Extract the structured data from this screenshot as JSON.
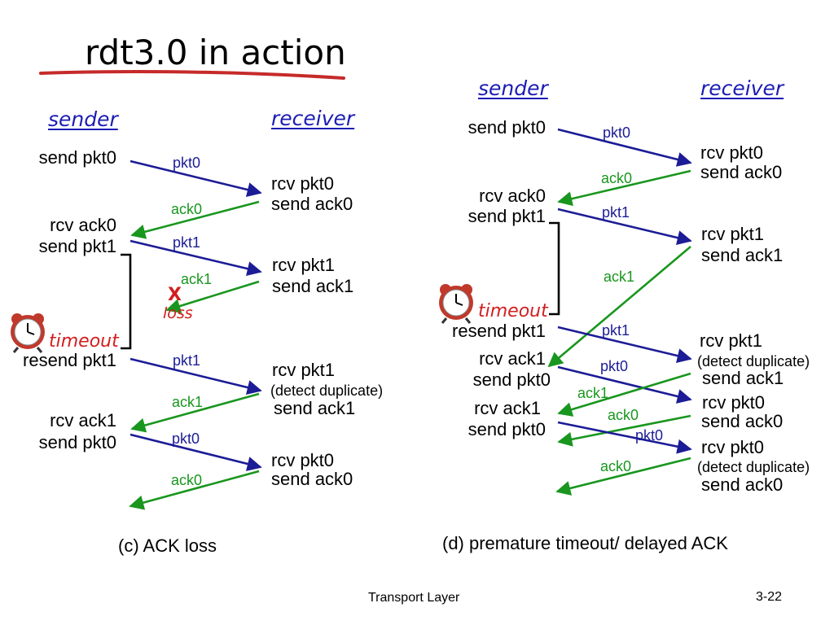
{
  "title": "rdt3.0 in action",
  "panel_c": {
    "sender_label": "sender",
    "receiver_label": "receiver",
    "sender_events": {
      "send_pkt0": "send pkt0",
      "rcv_ack0": "rcv ack0",
      "send_pkt1": "send pkt1",
      "resend_pkt1": "resend pkt1",
      "rcv_ack1": "rcv ack1",
      "send_pkt0_b": "send pkt0"
    },
    "receiver_events": {
      "rcv_pkt0": "rcv pkt0",
      "send_ack0": "send ack0",
      "rcv_pkt1": "rcv pkt1",
      "send_ack1": "send ack1",
      "rcv_pkt1_b": "rcv pkt1",
      "detect_dup": "(detect duplicate)",
      "send_ack1_b": "send ack1",
      "rcv_pkt0_b": "rcv pkt0",
      "send_ack0_b": "send ack0"
    },
    "message_labels": {
      "m1": "pkt0",
      "m2": "ack0",
      "m3": "pkt1",
      "m4": "ack1",
      "m5": "pkt1",
      "m6": "ack1",
      "m7": "pkt0",
      "m8": "ack0"
    },
    "loss_mark": "X",
    "loss_label": "loss",
    "timeout_label": "timeout",
    "caption": "(c) ACK loss"
  },
  "panel_d": {
    "sender_label": "sender",
    "receiver_label": "receiver",
    "sender_events": {
      "send_pkt0": "send pkt0",
      "rcv_ack0": "rcv ack0",
      "send_pkt1": "send pkt1",
      "resend_pkt1": "resend pkt1",
      "rcv_ack1": "rcv ack1",
      "rcv_ack1_b": "rcv ack1",
      "send_pkt0_b": "send pkt0"
    },
    "receiver_events": {
      "rcv_pkt0": "rcv pkt0",
      "send_ack0": "send ack0",
      "rcv_pkt1": "rcv pkt1",
      "send_ack1": "send ack1",
      "rcv_pkt1_b": "rcv pkt1",
      "detect_dup": "(detect duplicate)",
      "send_ack1_b": "send ack1",
      "rcv_pkt0_b": "rcv pkt0",
      "send_ack0_b": "send ack0",
      "rcv_pkt0_c": "rcv pkt0",
      "detect_dup_b": "(detect duplicate)",
      "send_ack0_c": "send ack0"
    },
    "message_labels": {
      "m1": "pkt0",
      "m2": "ack0",
      "m3": "pkt1",
      "m4": "ack1",
      "m5": "pkt1",
      "m6": "pkt0",
      "m7": "ack1",
      "m8": "ack0",
      "m9": "pkt0",
      "m10": "ack0"
    },
    "timeout_label": "timeout",
    "caption": "(d) premature timeout/ delayed ACK"
  },
  "footer": {
    "center": "Transport Layer",
    "page": "3-22"
  },
  "colors": {
    "sender_arrow": "#1c1c96",
    "ack_arrow": "#19961e",
    "role_label": "#1c1cb4",
    "timeout": "#d21e1e",
    "title_underline": "#c62a2a"
  },
  "icons": [
    "alarm-clock-icon",
    "loss-x-icon"
  ]
}
